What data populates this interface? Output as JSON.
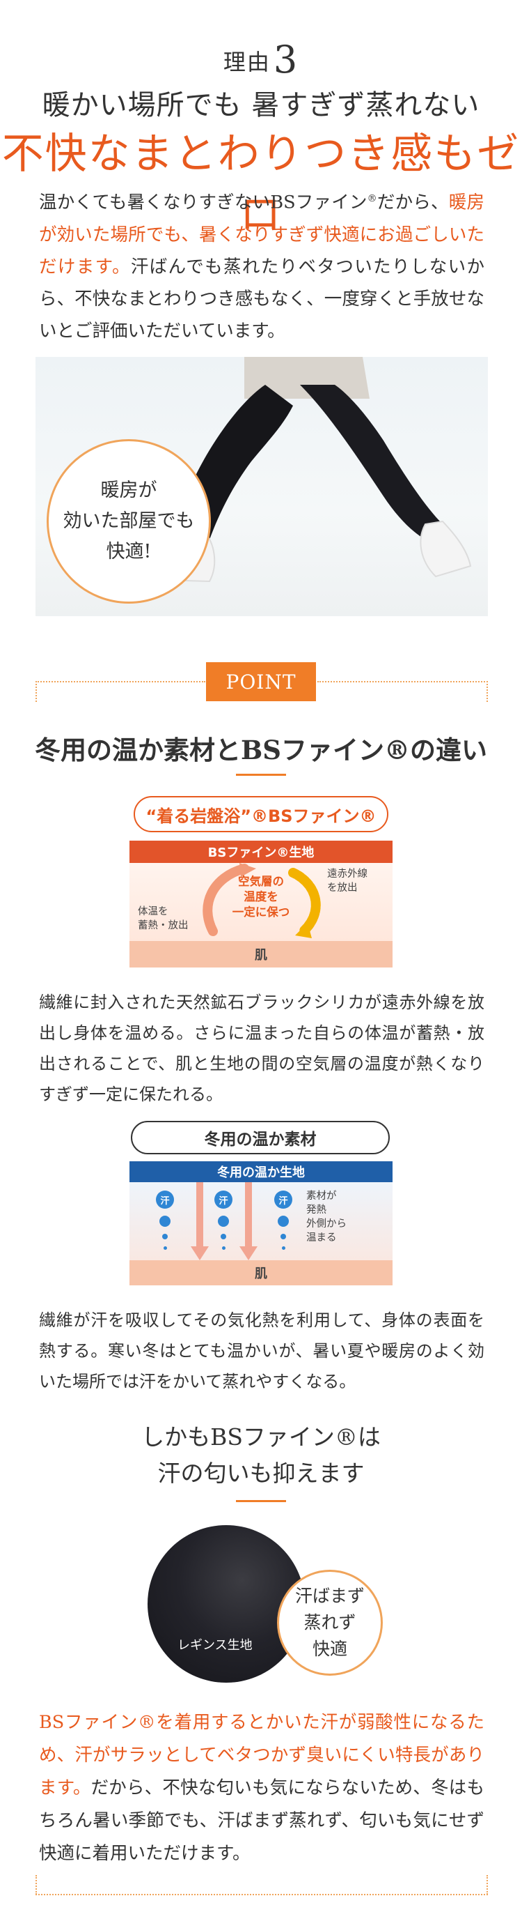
{
  "reason": {
    "label": "理由",
    "number": "3",
    "subheading": "暖かい場所でも 暑すぎず蒸れない",
    "heading": "不快なまとわりつき感もゼロ"
  },
  "intro": {
    "part1": "温かくても暑くなりすぎないBSファイン",
    "reg": "®",
    "part2": "だから、",
    "highlight": "暖房が効いた場所でも、暑くなりすぎず快適にお過ごしいただけます。",
    "part3": "汗ばんでも蒸れたりベタついたりしないから、不快なまとわりつき感もなく、一度穿くと手放せないとご評価いただいています。"
  },
  "photo_bubble": {
    "line1": "暖房が",
    "line2": "効いた部屋でも",
    "line3": "快適!"
  },
  "point": {
    "badge": "POINT",
    "title": "冬用の温か素材とBSファイン®の違い"
  },
  "diagram_bs": {
    "pill": "“着る岩盤浴”®BSファイン®",
    "band": "BSファイン®生地",
    "center": [
      "空気層の",
      "温度を",
      "一定に保つ"
    ],
    "right": [
      "遠赤外線",
      "を放出"
    ],
    "left": [
      "体温を",
      "蓄熱・放出"
    ],
    "skin": "肌"
  },
  "desc_bs": "繊維に封入された天然鉱石ブラックシリカが遠赤外線を放出し身体を温める。さらに温まった自らの体温が蓄熱・放出されることで、肌と生地の間の空気層の温度が熱くなりすぎず一定に保たれる。",
  "diagram_winter": {
    "pill": "冬用の温か素材",
    "band": "冬用の温か生地",
    "sweat": "汗",
    "right": [
      "素材が",
      "発熱",
      "外側から",
      "温まる"
    ],
    "skin": "肌"
  },
  "desc_winter": "繊維が汗を吸収してその気化熱を利用して、身体の表面を熱する。寒い冬はとても温かいが、暑い夏や暖房のよく効いた場所では汗をかいて蒸れやすくなる。",
  "odor": {
    "line1": "しかもBSファイン®は",
    "line2": "汗の匂いも抑えます"
  },
  "fabric": {
    "label": "レギンス生地",
    "bubble": [
      "汗ばまず",
      "蒸れず",
      "快適"
    ]
  },
  "closing": {
    "highlight": "BSファイン®を着用するとかいた汗が弱酸性になるため、汗がサラッとしてベタつかず臭いにくい特長があります。",
    "rest": "だから、不快な匂いも気にならないため、冬はもちろん暑い季節でも、汗ばまず蒸れず、匂いも気にせず快適に着用いただけます。"
  },
  "colors": {
    "accent": "#e85a1e",
    "point_badge": "#f07d27",
    "bs_band": "#e2542a",
    "winter_band": "#1f5fa8",
    "skin": "#f7c3a8"
  }
}
